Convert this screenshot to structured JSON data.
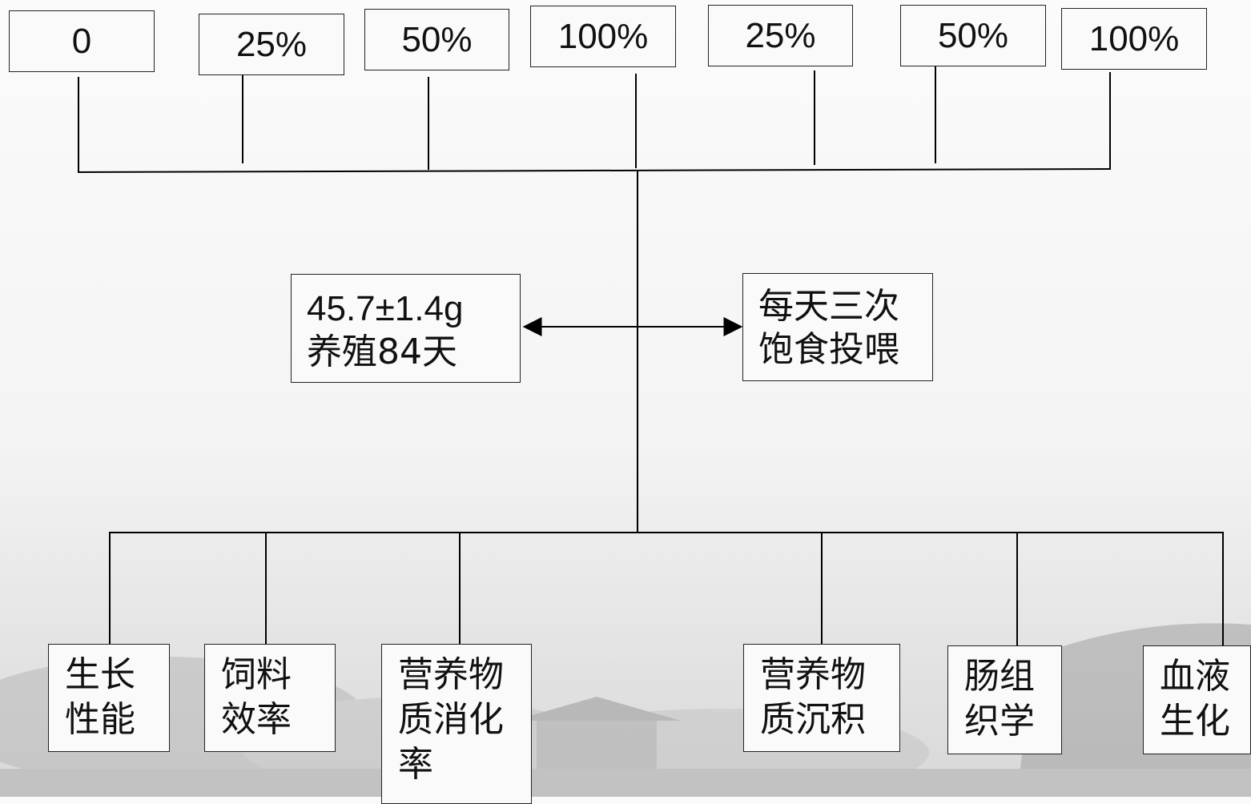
{
  "levels": [
    "0",
    "25%",
    "50%",
    "100%",
    "25%",
    "50%",
    "100%"
  ],
  "center_left": {
    "line1": "45.7±1.4g",
    "line2": "养殖84天"
  },
  "center_right": {
    "line1": "每天三次",
    "line2": "饱食投喂"
  },
  "outcomes": [
    {
      "line1": "生长",
      "line2": "性能",
      "line3": ""
    },
    {
      "line1": "饲料",
      "line2": "效率",
      "line3": ""
    },
    {
      "line1": "营养物",
      "line2": "质消化",
      "line3": "率"
    },
    {
      "line1": "营养物",
      "line2": "质沉积",
      "line3": ""
    },
    {
      "line1": "肠组",
      "line2": "织学",
      "line3": ""
    },
    {
      "line1": "血液",
      "line2": "生化",
      "line3": ""
    }
  ]
}
